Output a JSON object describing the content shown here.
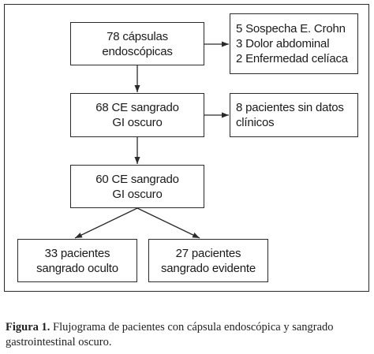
{
  "flowchart": {
    "nodes": {
      "total": {
        "lines": [
          "78 cápsulas",
          "endoscópicas"
        ]
      },
      "excluded": {
        "lines": [
          "5 Sospecha E. Crohn",
          "3 Dolor abdominal",
          "2 Enfermedad celíaca"
        ]
      },
      "ce68": {
        "lines": [
          "68 CE sangrado",
          "GI oscuro"
        ]
      },
      "no_data": {
        "lines": [
          "8 pacientes sin datos",
          "clínicos"
        ]
      },
      "ce60": {
        "lines": [
          "60 CE sangrado",
          "GI oscuro"
        ]
      },
      "occult": {
        "lines": [
          "33 pacientes",
          "sangrado oculto"
        ]
      },
      "overt": {
        "lines": [
          "27 pacientes",
          "sangrado evidente"
        ]
      }
    }
  },
  "caption": {
    "label": "Figura 1.",
    "text": " Flujograma de pacientes con cápsula endoscópica y sangrado gastrointestinal oscuro."
  },
  "colors": {
    "line": "#2a2a2a",
    "text": "#1a1a1a"
  }
}
